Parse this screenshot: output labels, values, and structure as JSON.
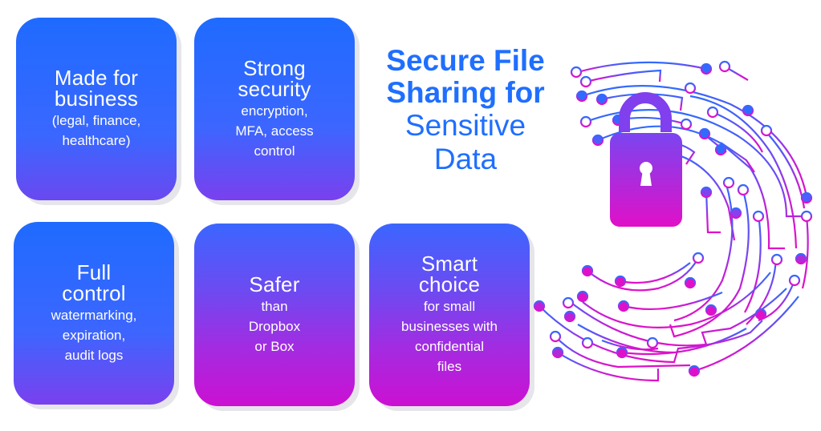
{
  "title": {
    "line1": "Secure File",
    "line2": "Sharing for",
    "line3": "Sensitive",
    "line4": "Data",
    "color": "#1f6fff"
  },
  "cards": [
    {
      "heading1": "Made for",
      "heading2": "business",
      "lines": [
        "(legal, finance,",
        "healthcare)"
      ]
    },
    {
      "heading1": "Strong",
      "heading2": "security",
      "lines": [
        "encryption,",
        "MFA, access",
        "control"
      ]
    },
    {
      "heading1": "Full",
      "heading2": "control",
      "lines": [
        "watermarking,",
        "expiration,",
        "audit logs"
      ]
    },
    {
      "heading1": "Safer",
      "heading2": "",
      "lines": [
        "than",
        "Dropbox",
        "or Box"
      ]
    },
    {
      "heading1": "Smart",
      "heading2": "choice",
      "lines": [
        "for small",
        "businesses with",
        "confidential",
        "files"
      ]
    }
  ],
  "graphic": {
    "icon": "padlock-icon",
    "decoration": "circuit-board-circle",
    "colors": {
      "blue": "#2f6bff",
      "purple": "#9a32e6",
      "magenta": "#e010c8"
    }
  }
}
